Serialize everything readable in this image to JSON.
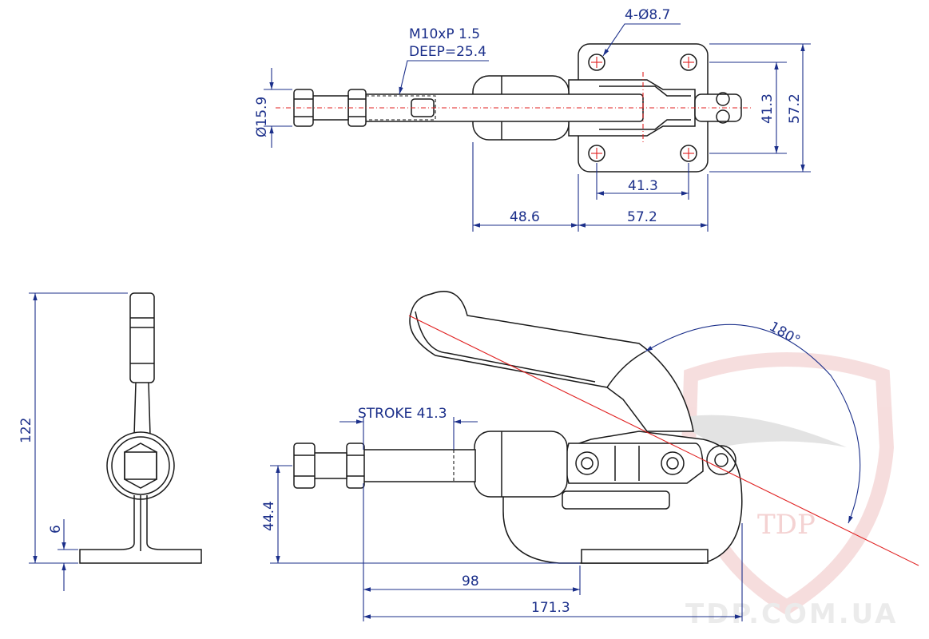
{
  "watermark": {
    "logo_text": "TDP",
    "site_text": "TDP.COM.UA"
  },
  "top_view": {
    "thread_note_line1": "M10xP 1.5",
    "thread_note_line2": "DEEP=25.4",
    "holes_label": "4-Ø8.7",
    "dia_label": "Ø15.9",
    "height_41": "41.3",
    "height_57": "57.2",
    "width_41": "41.3",
    "width_57": "57.2",
    "offset_48": "48.6"
  },
  "front_view": {
    "stroke_label": "STROKE 41.3",
    "angle_label": "180°",
    "height_44": "44.4",
    "length_98": "98",
    "length_171": "171.3"
  },
  "side_view": {
    "height_122": "122",
    "base_6": "6"
  }
}
